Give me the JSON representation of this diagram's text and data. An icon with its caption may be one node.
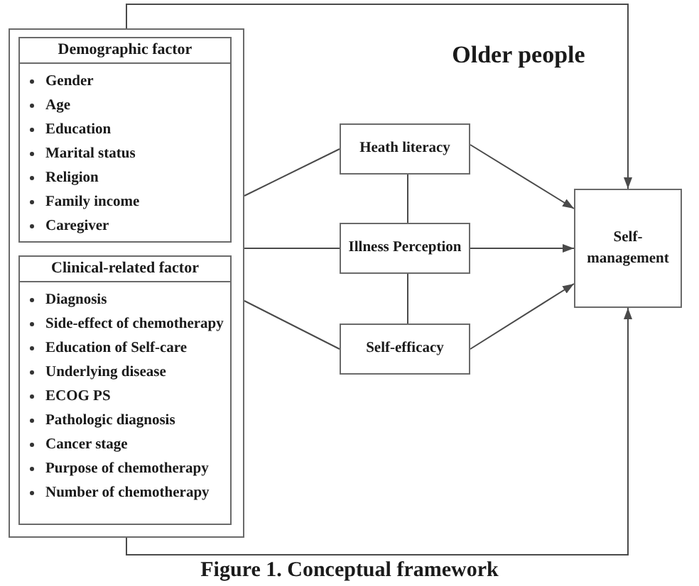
{
  "diagram": {
    "caption": "Figure 1. Conceptual framework",
    "nodes": [
      {
        "text": [],
        "shape": "box"
      },
      {
        "text": [
          "Demographic factor",
          "Gender",
          "Age",
          "Education",
          "Marital status",
          "Religion",
          "Family income",
          "Caregiver"
        ],
        "in": 0
      },
      {
        "text": [
          "Clinical-related factor",
          "Diagnosis",
          "Side-effect of chemotherapy",
          "Education of Self-care",
          "Underlying disease",
          "ECOG PS",
          "Pathologic diagnosis",
          "Cancer stage",
          "Purpose of chemotherapy",
          "Number of chemotherapy"
        ],
        "in": 0
      },
      {
        "text": [
          "Heath literacy"
        ]
      },
      {
        "text": [
          "Illness Perception"
        ]
      },
      {
        "text": [
          "Self-efficacy"
        ]
      },
      {
        "text": [
          "Self-management"
        ]
      }
    ],
    "edges": [
      {
        "from": 0,
        "to": 6,
        "arrow": "to"
      },
      {
        "from": 0,
        "to": 6,
        "arrow": "to"
      },
      {
        "from": 0,
        "to": 3,
        "arrow": "none"
      },
      {
        "from": 0,
        "to": 4,
        "arrow": "none"
      },
      {
        "from": 0,
        "to": 5,
        "arrow": "none"
      },
      {
        "from": 3,
        "to": 4,
        "arrow": "none"
      },
      {
        "from": 4,
        "to": 5,
        "arrow": "none"
      },
      {
        "from": 3,
        "to": 6,
        "arrow": "to"
      },
      {
        "from": 4,
        "to": 6,
        "arrow": "to"
      },
      {
        "from": 5,
        "to": 6,
        "arrow": "to"
      }
    ],
    "labels": [
      "Older people"
    ]
  }
}
